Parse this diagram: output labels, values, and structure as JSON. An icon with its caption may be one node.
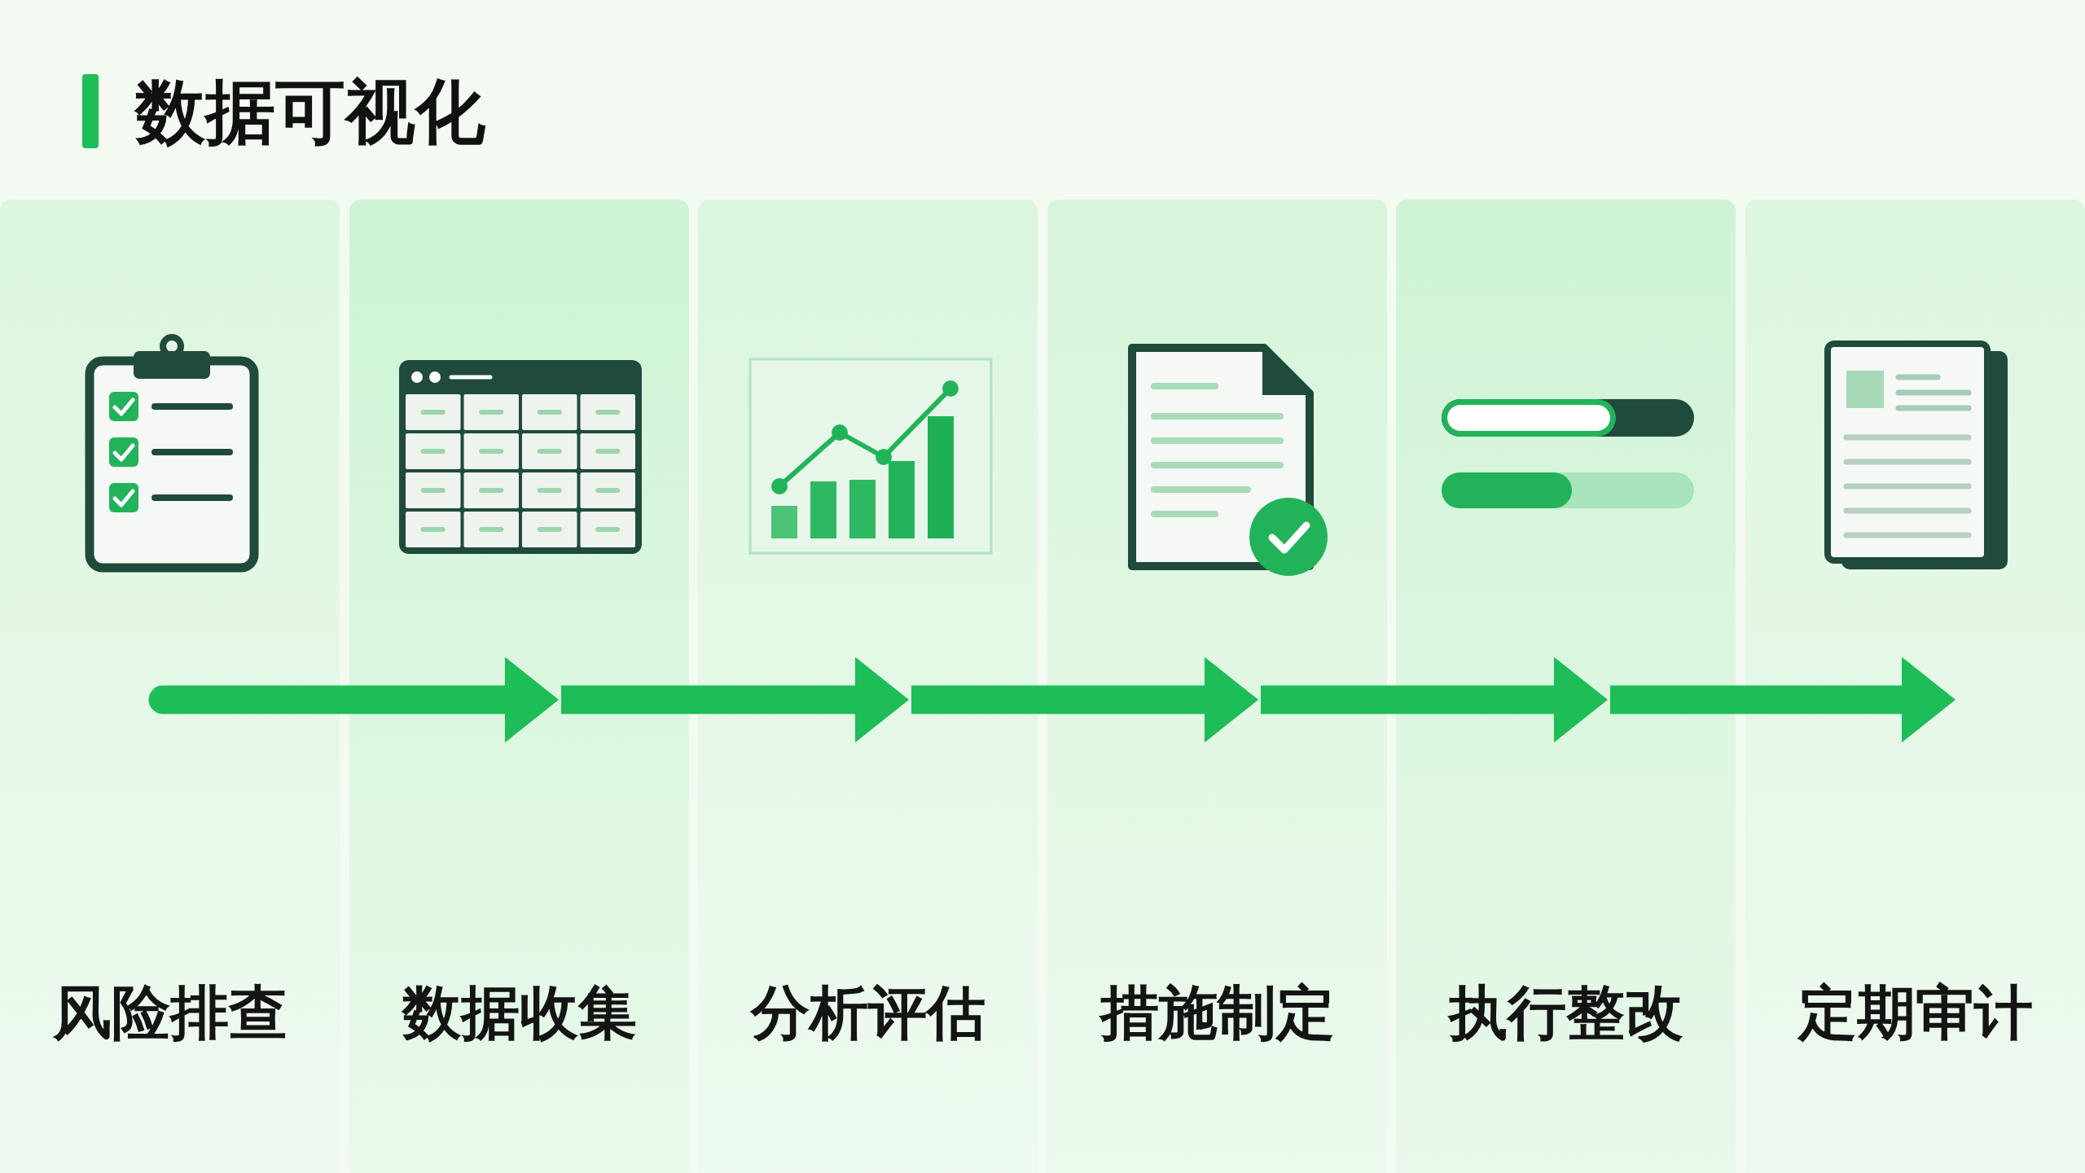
{
  "diagram": {
    "title": "数据可视化",
    "nodes": [
      {
        "text": [
          "风险排查"
        ]
      },
      {
        "text": [
          "数据收集"
        ]
      },
      {
        "text": [
          "分析评估"
        ]
      },
      {
        "text": [
          "措施制定"
        ]
      },
      {
        "text": [
          "执行整改"
        ]
      },
      {
        "text": [
          "定期审计"
        ]
      }
    ],
    "edges": [
      {
        "from": 0,
        "to": 1,
        "arrow": "to"
      },
      {
        "from": 1,
        "to": 2,
        "arrow": "to"
      },
      {
        "from": 2,
        "to": 3,
        "arrow": "to"
      },
      {
        "from": 3,
        "to": 4,
        "arrow": "to"
      },
      {
        "from": 4,
        "to": 5,
        "arrow": "to"
      }
    ]
  }
}
